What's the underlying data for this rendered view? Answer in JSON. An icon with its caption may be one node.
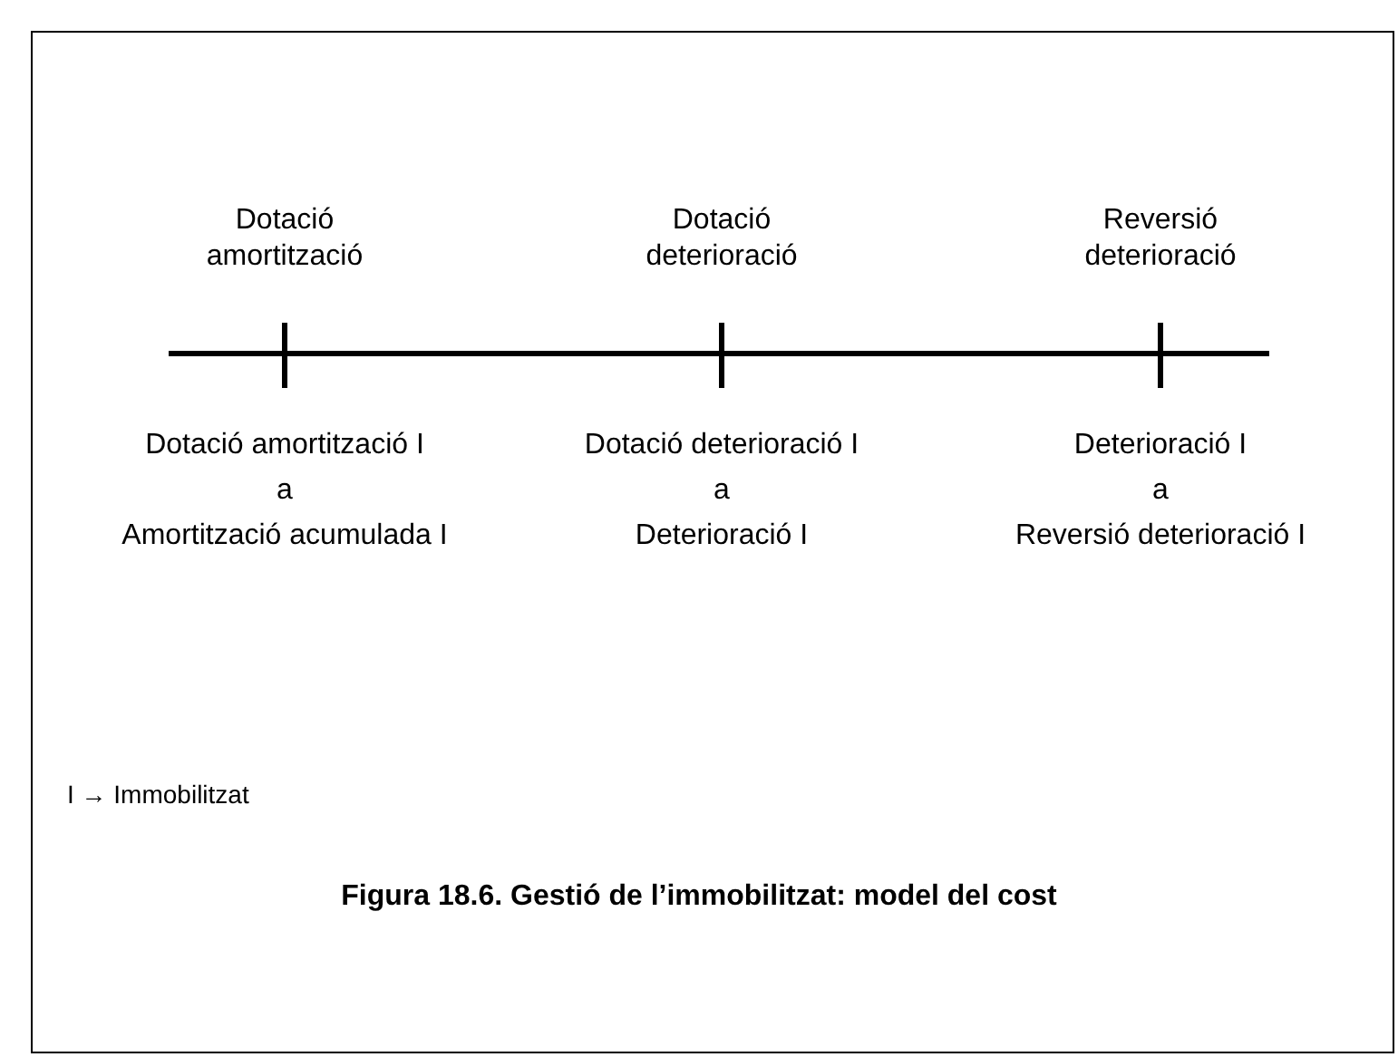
{
  "diagram": {
    "caption": "Figura 18.6. Gestió de l’immobilitzat: model del cost",
    "labels": [
      "Dotació amortització",
      "Dotació deterioració",
      "Reversió deterioració",
      "Dotació amortització I",
      "Dotació deterioració I",
      "Deterioració I",
      "a",
      "a",
      "a",
      "Amortització acumulada I",
      "Deterioració I",
      "Reversió deterioració I",
      "I → Immobilitzat"
    ]
  }
}
